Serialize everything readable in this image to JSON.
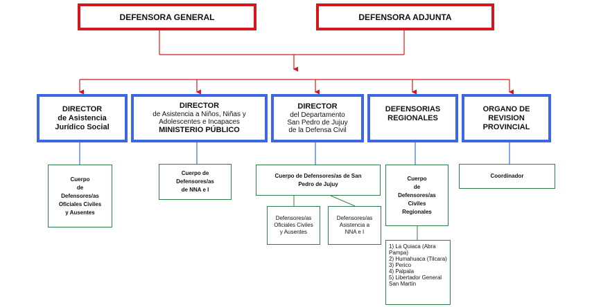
{
  "top": {
    "general": "DEFENSORA GENERAL",
    "adjunta": "DEFENSORA ADJUNTA"
  },
  "directors": [
    {
      "id": "asistencia-juridico",
      "line1": "DIRECTOR",
      "line2": "de Asistencia",
      "line3": "Jurídico Social"
    },
    {
      "id": "ninos",
      "line1": "DIRECTOR",
      "line2": "de Asistencia a Niños, Niñas y",
      "line3": "Adolescentes e Incapaces",
      "line4": "MINISTERIO PÚBLICO"
    },
    {
      "id": "san-pedro",
      "line1": "DIRECTOR",
      "line2": "del Departamento",
      "line3": "San Pedro de Jujuy",
      "line4": "de la Defensa Civil"
    },
    {
      "id": "regionales",
      "line1": "DEFENSORIAS",
      "line2": "REGIONALES"
    },
    {
      "id": "organo",
      "line1": "ORGANO DE",
      "line2": "REVISION",
      "line3": "PROVINCIAL"
    }
  ],
  "units": {
    "cuerpo1": [
      "Cuerpo",
      "de",
      "Defensores/as",
      "Oficiales Civiles",
      "y Ausentes"
    ],
    "cuerpo2": [
      "Cuerpo de",
      "Defensores/as",
      "de NNA e I"
    ],
    "cuerpo3": [
      "Cuerpo de Defensores/as de San",
      "Pedro de Jujuy"
    ],
    "sub3a": [
      "Defensores/as",
      "Oficiales Civiles",
      "y Ausentes"
    ],
    "sub3b": [
      "Defensores/as",
      "Asistencia a",
      "NNA e I"
    ],
    "cuerpo4": [
      "Cuerpo",
      "de",
      "Defensores/as",
      "Civiles",
      "Regionales"
    ],
    "coordinador": "Coordinador",
    "regions": [
      "1) La Quiaca (Abra Pampa)",
      "2) Humahuaca (Tilcara)",
      "3) Perico",
      "4) Palpala",
      "5) Libertador General San Martín"
    ]
  },
  "colors": {
    "top_border": "#d5171d",
    "director_border": "#3c66e6",
    "unit_border": "#2f7d4b",
    "connector_red": "#d5171d",
    "connector_blue": "#3c66e6",
    "connector_green": "#2f7d4b"
  }
}
